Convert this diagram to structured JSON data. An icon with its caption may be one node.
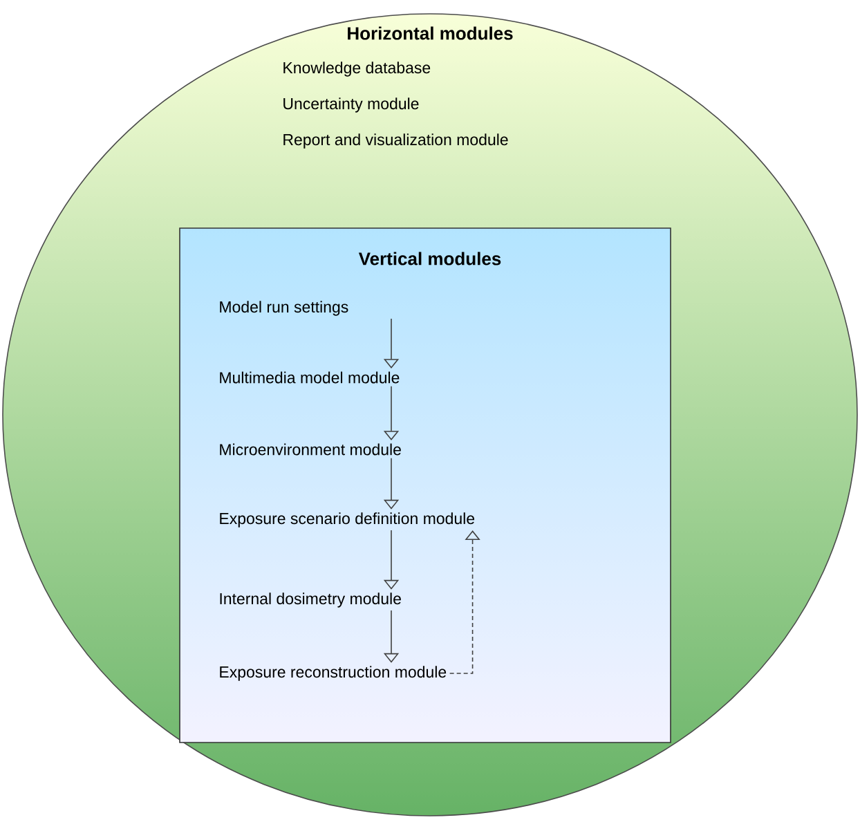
{
  "diagram": {
    "nodes": [
      {
        "text": [
          "Horizontal modules",
          "Knowledge database",
          "Uncertainty module",
          "Report and visualization module"
        ]
      },
      {
        "text": [
          "Vertical modules"
        ],
        "in": 0
      },
      {
        "text": [
          "Model run settings"
        ],
        "in": 1
      },
      {
        "text": [
          "Multimedia model module"
        ],
        "in": 1
      },
      {
        "text": [
          "Microenvironment module"
        ],
        "in": 1
      },
      {
        "text": [
          "Exposure scenario definition module"
        ],
        "in": 1
      },
      {
        "text": [
          "Internal dosimetry module"
        ],
        "in": 1
      },
      {
        "text": [
          "Exposure reconstruction module"
        ],
        "in": 1
      }
    ],
    "edges": [
      {
        "from": 2,
        "to": 3,
        "arrow": "to"
      },
      {
        "from": 3,
        "to": 4,
        "arrow": "to"
      },
      {
        "from": 4,
        "to": 5,
        "arrow": "to"
      },
      {
        "from": 5,
        "to": 6,
        "arrow": "to"
      },
      {
        "from": 6,
        "to": 7,
        "arrow": "to"
      },
      {
        "from": 7,
        "to": 5,
        "arrow": "to",
        "style": "dashed"
      }
    ]
  }
}
